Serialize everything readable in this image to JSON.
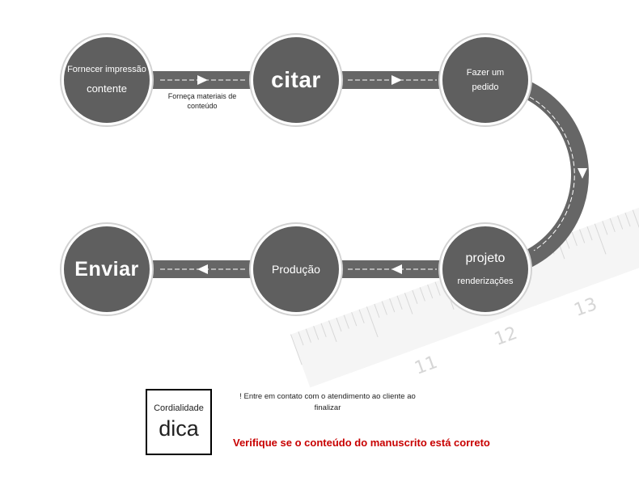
{
  "nodes": {
    "n1": {
      "line1": "Fornecer impressão",
      "line2": "contente"
    },
    "n2": {
      "label": "citar"
    },
    "n3": {
      "line1": "Fazer um",
      "line2": "pedido"
    },
    "n4": {
      "line1": "projeto",
      "line2": "renderizações"
    },
    "n5": {
      "label": "Produção"
    },
    "n6": {
      "label": "Enviar"
    }
  },
  "edges": {
    "e1": {
      "line1": "Forneça materiais de",
      "line2": "conteúdo"
    }
  },
  "ruler": {
    "ticks": [
      "11",
      "12",
      "13"
    ]
  },
  "tip": {
    "label": "Cordialidade",
    "title": "dica",
    "note_line1": "! Entre em contato com o atendimento ao cliente ao",
    "note_line2": "finalizar",
    "warning": "Verifique se o conteúdo do manuscrito está correto"
  },
  "colors": {
    "node_fill": "#5f5f5f",
    "track": "#666666",
    "warning": "#c80000"
  }
}
